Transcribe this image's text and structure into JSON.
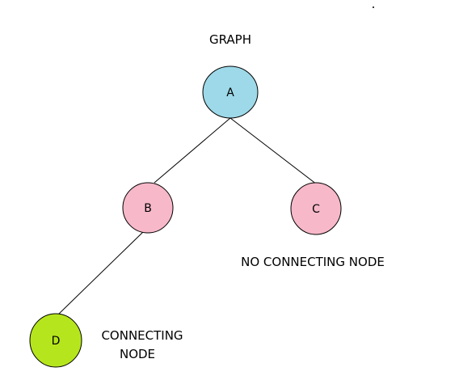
{
  "title": "GRAPH",
  "nodes": [
    {
      "id": "A",
      "label": "A",
      "fill": "#9dd9e8"
    },
    {
      "id": "B",
      "label": "B",
      "fill": "#f7b8c9"
    },
    {
      "id": "C",
      "label": "C",
      "fill": "#f7b8c9"
    },
    {
      "id": "D",
      "label": "D",
      "fill": "#b5e61d"
    }
  ],
  "edges": [
    {
      "from": "A",
      "to": "B"
    },
    {
      "from": "A",
      "to": "C"
    },
    {
      "from": "B",
      "to": "D"
    }
  ],
  "annotations": {
    "no_connecting_node": "NO CONNECTING NODE",
    "connecting_node_line1": "CONNECTING",
    "connecting_node_line2": "NODE"
  },
  "colors": {
    "edge": "#000000",
    "node_outline": "#000000",
    "text": "#000000"
  }
}
